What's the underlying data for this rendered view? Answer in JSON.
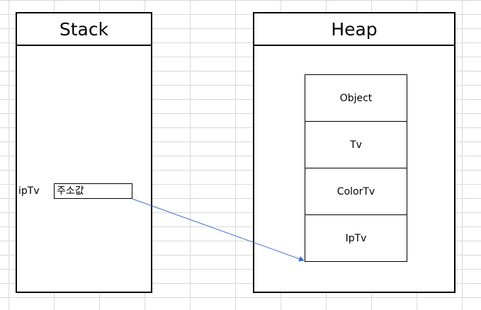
{
  "stack": {
    "title": "Stack",
    "variable_name": "ipTv",
    "variable_value": "주소값"
  },
  "heap": {
    "title": "Heap",
    "layers": [
      "Object",
      "Tv",
      "ColorTv",
      "IpTv"
    ]
  },
  "colors": {
    "arrow": "#4472c4",
    "grid": "#d9d9d9",
    "border": "#000000"
  }
}
